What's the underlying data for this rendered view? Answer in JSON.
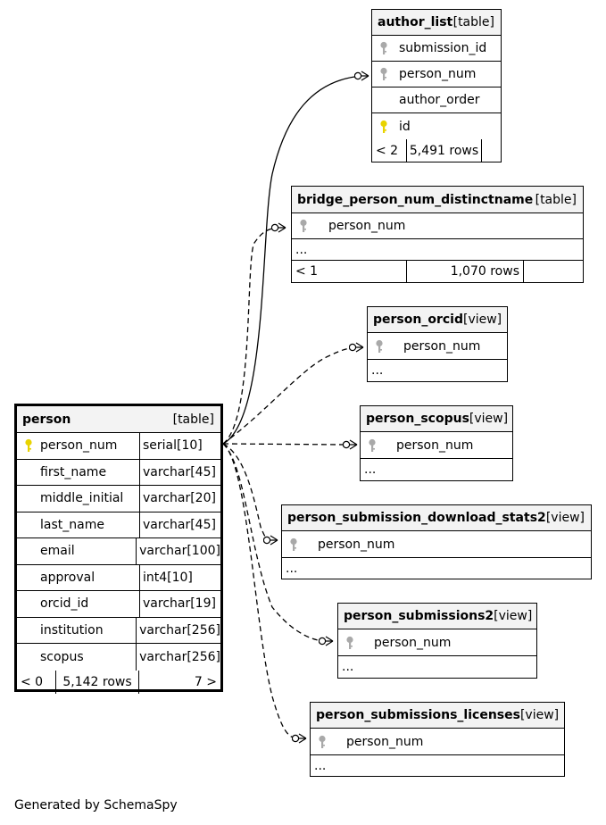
{
  "footer": "Generated by SchemaSpy",
  "colors": {
    "primary_key": "#e8d300",
    "foreign_key": "#a9a9a9",
    "header_bg": "#f3f3f3"
  },
  "tables": {
    "person": {
      "name": "person",
      "kind": "[table]",
      "columns": [
        {
          "name": "person_num",
          "type": "serial[10]",
          "key": "primary"
        },
        {
          "name": "first_name",
          "type": "varchar[45]"
        },
        {
          "name": "middle_initial",
          "type": "varchar[20]"
        },
        {
          "name": "last_name",
          "type": "varchar[45]"
        },
        {
          "name": "email",
          "type": "varchar[100]"
        },
        {
          "name": "approval",
          "type": "int4[10]"
        },
        {
          "name": "orcid_id",
          "type": "varchar[19]"
        },
        {
          "name": "institution",
          "type": "varchar[256]"
        },
        {
          "name": "scopus",
          "type": "varchar[256]"
        }
      ],
      "parents": "< 0",
      "rows": "5,142 rows",
      "children": "7 >"
    },
    "author_list": {
      "name": "author_list",
      "kind": "[table]",
      "columns": [
        {
          "name": "submission_id",
          "key": "foreign"
        },
        {
          "name": "person_num",
          "key": "foreign"
        },
        {
          "name": "author_order"
        },
        {
          "name": "id",
          "key": "primary"
        }
      ],
      "parents": "< 2",
      "rows": "5,491 rows"
    },
    "bridge": {
      "name": "bridge_person_num_distinctname",
      "kind": "[table]",
      "columns": [
        {
          "name": "person_num",
          "key": "foreign"
        }
      ],
      "more": "...",
      "parents": "< 1",
      "rows": "1,070 rows"
    },
    "person_orcid": {
      "name": "person_orcid",
      "kind": "[view]",
      "columns": [
        {
          "name": "person_num",
          "key": "foreign"
        }
      ],
      "more": "..."
    },
    "person_scopus": {
      "name": "person_scopus",
      "kind": "[view]",
      "columns": [
        {
          "name": "person_num",
          "key": "foreign"
        }
      ],
      "more": "..."
    },
    "download_stats": {
      "name": "person_submission_download_stats2",
      "kind": "[view]",
      "columns": [
        {
          "name": "person_num",
          "key": "foreign"
        }
      ],
      "more": "..."
    },
    "submissions2": {
      "name": "person_submissions2",
      "kind": "[view]",
      "columns": [
        {
          "name": "person_num",
          "key": "foreign"
        }
      ],
      "more": "..."
    },
    "licenses": {
      "name": "person_submissions_licenses",
      "kind": "[view]",
      "columns": [
        {
          "name": "person_num",
          "key": "foreign"
        }
      ],
      "more": "..."
    }
  }
}
